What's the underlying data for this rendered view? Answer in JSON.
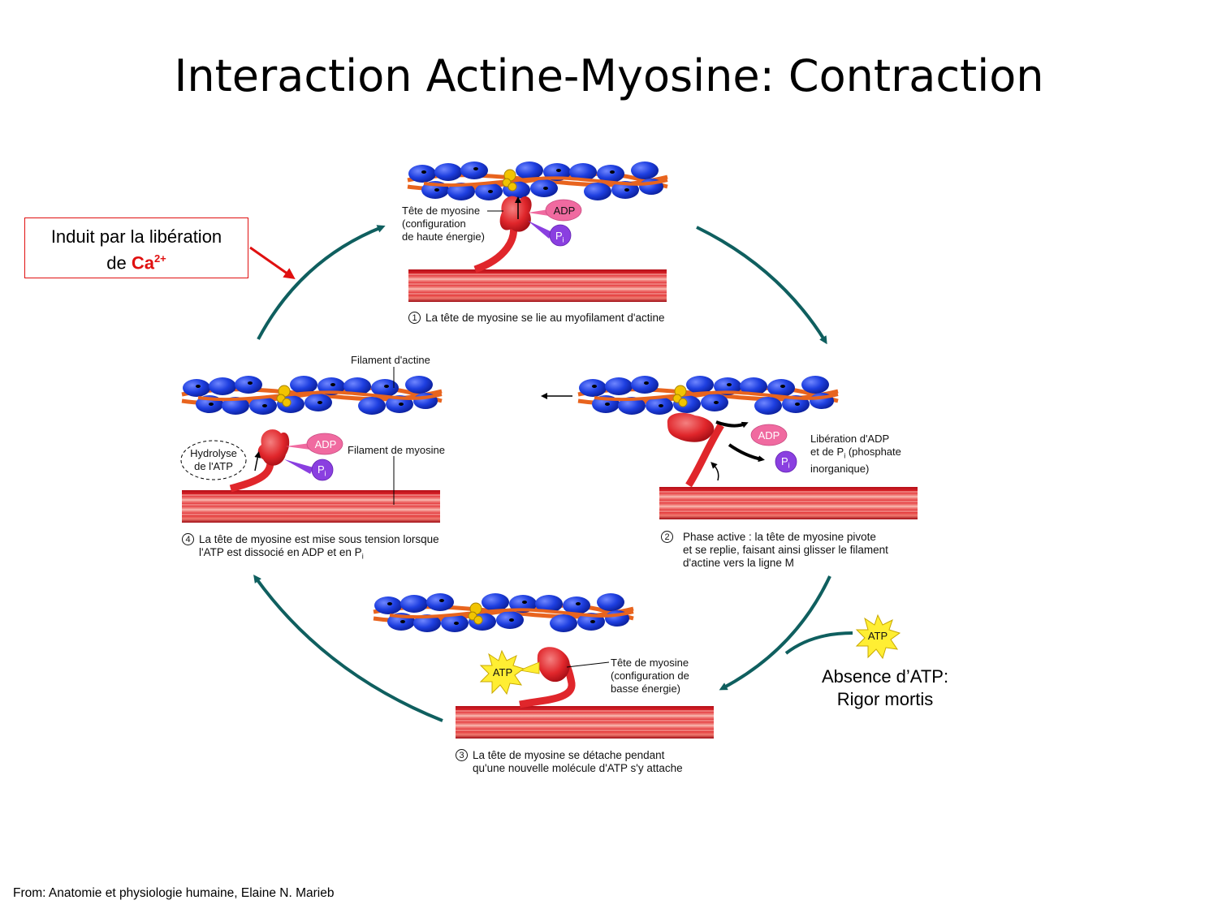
{
  "title": "Interaction Actine-Myosine: Contraction",
  "callout": {
    "line1": "Induit par la libération",
    "line2_prefix": "de ",
    "ion": "Ca",
    "charge": "2+"
  },
  "panel1": {
    "label_head": [
      "Tête de myosine",
      "(configuration",
      "de haute énergie)"
    ],
    "adp": "ADP",
    "pi": "P",
    "pi_sub": "i",
    "step_num": "1",
    "step_text": "La tête de myosine se lie au myofilament d'actine"
  },
  "panel2": {
    "adp": "ADP",
    "pi": "P",
    "pi_sub": "i",
    "release": [
      "Libération d'ADP",
      "et de P",
      "i",
      " (phosphate",
      "inorganique)"
    ],
    "step_num": "2",
    "step_text": [
      "Phase active : la tête de myosine pivote",
      "et se replie, faisant ainsi glisser le filament",
      "d'actine vers la ligne M"
    ]
  },
  "panel3": {
    "atp": "ATP",
    "label_head": [
      "Tête de myosine",
      "(configuration de",
      "basse énergie)"
    ],
    "step_num": "3",
    "step_text": [
      "La tête de myosine se détache pendant",
      "qu'une nouvelle molécule d'ATP s'y attache"
    ]
  },
  "panel4": {
    "actin_label": "Filament d'actine",
    "myosin_label": "Filament de myosine",
    "hydrolyse": [
      "Hydrolyse",
      "de l'ATP"
    ],
    "adp": "ADP",
    "pi": "P",
    "pi_sub": "i",
    "step_num": "4",
    "step_text": [
      "La tête de myosine est mise sous tension lorsque",
      "l'ATP est dissocié en ADP et en P",
      "i"
    ]
  },
  "rigor": {
    "atp": "ATP",
    "line1": "Absence d’ATP:",
    "line2": "Rigor mortis"
  },
  "source": "From: Anatomie et physiologie humaine, Elaine N. Marieb",
  "colors": {
    "accent": "#e01010",
    "arrow": "#0f5f5f",
    "actin": "#1e3fe0",
    "myosin": "#e0262b",
    "adp": "#f06aa0",
    "pi": "#8a3fe0",
    "atp": "#ffee33"
  }
}
